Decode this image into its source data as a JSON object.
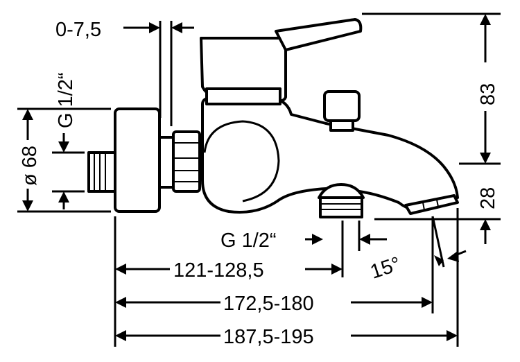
{
  "dimensions": {
    "offset": "0-7,5",
    "thread_side": "G 1/2“",
    "diameter": "ø 68",
    "height_lever": "83",
    "height_spout": "28",
    "thread_bottom": "G 1/2“",
    "length_outlet": "121-128,5",
    "angle": "15°",
    "length_spout_min": "172,5-180",
    "length_total": "187,5-195"
  }
}
